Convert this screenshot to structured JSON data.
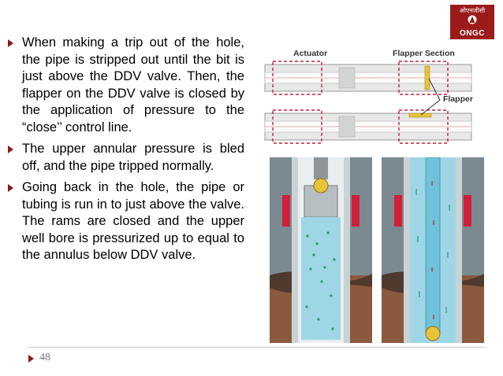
{
  "logo": {
    "hindi": "ओएनजीसी",
    "brand": "ONGC"
  },
  "bullets": [
    "When making a trip out of the hole, the pipe is stripped out until the bit is just above the DDV valve. Then, the flapper on the DDV valve is closed by the application of pressure to the “close’’ control line.",
    "The upper annular pressure is bled off, and the pipe tripped normally.",
    "Going back in the hole, the pipe or tubing is run in to just above the valve. The rams are closed and the upper well bore is pressurized up to equal to the annulus below DDV valve."
  ],
  "diagram": {
    "actuator_label": "Actuator",
    "flapper_section_label": "Flapper Section",
    "flapper_label": "Flapper"
  },
  "page_number": "48",
  "colors": {
    "accent": "#8b1a1a",
    "logo_bg": "#9b1b1b",
    "dashed_box": "#c0203a"
  }
}
